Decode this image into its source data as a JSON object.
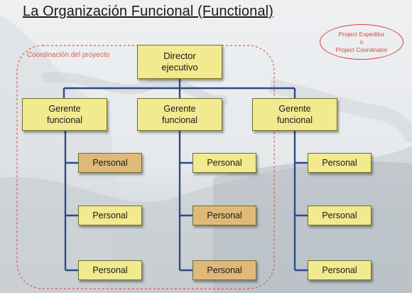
{
  "title": "La Organización Funcional (Functional)",
  "coordination_label": "Coordinación del proyecto",
  "note": {
    "line1": "Project Expeditor",
    "line2": "o",
    "line3": "Project Coordinator"
  },
  "director": {
    "line1": "Director",
    "line2": "ejecutivo"
  },
  "managers": [
    {
      "line1": "Gerente",
      "line2": "funcional"
    },
    {
      "line1": "Gerente",
      "line2": "funcional"
    },
    {
      "line1": "Gerente",
      "line2": "funcional"
    }
  ],
  "staff_label": "Personal",
  "colors": {
    "box_fill": "#f1ea8e",
    "box_highlight": "#e0b979",
    "connector": "#2e4a8a",
    "coordination_border": "#e05a4a"
  }
}
